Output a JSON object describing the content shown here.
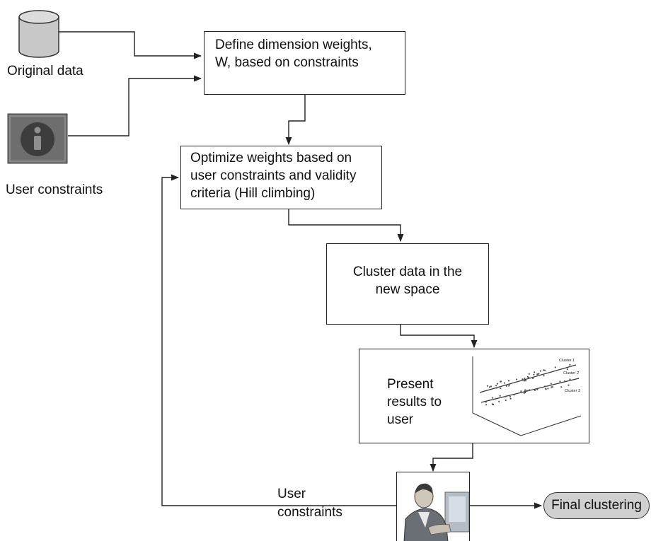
{
  "inputs": {
    "original_data_label": "Original data",
    "user_constraints_label": "User constraints"
  },
  "steps": {
    "define_weights": [
      "Define dimension weights,",
      "W, based on constraints"
    ],
    "optimize_weights": [
      "Optimize weights based on",
      "user constraints and validity",
      "criteria (Hill climbing)"
    ],
    "cluster_data": [
      "Cluster data in the",
      "new space"
    ],
    "present_results": [
      "Present",
      "results to",
      "user"
    ]
  },
  "scatter_labels": {
    "cluster1": "Cluster 1",
    "cluster2": "Cluster 2",
    "cluster3": "Cluster 3"
  },
  "feedback": {
    "label": [
      "User",
      "constraints"
    ]
  },
  "output": {
    "final_label": "Final clustering"
  },
  "colors": {
    "line": "#222222",
    "cylinder": "#c8c8c8",
    "info_icon_bg": "#6e6e6e",
    "final_pill": "#d0d0d0"
  }
}
